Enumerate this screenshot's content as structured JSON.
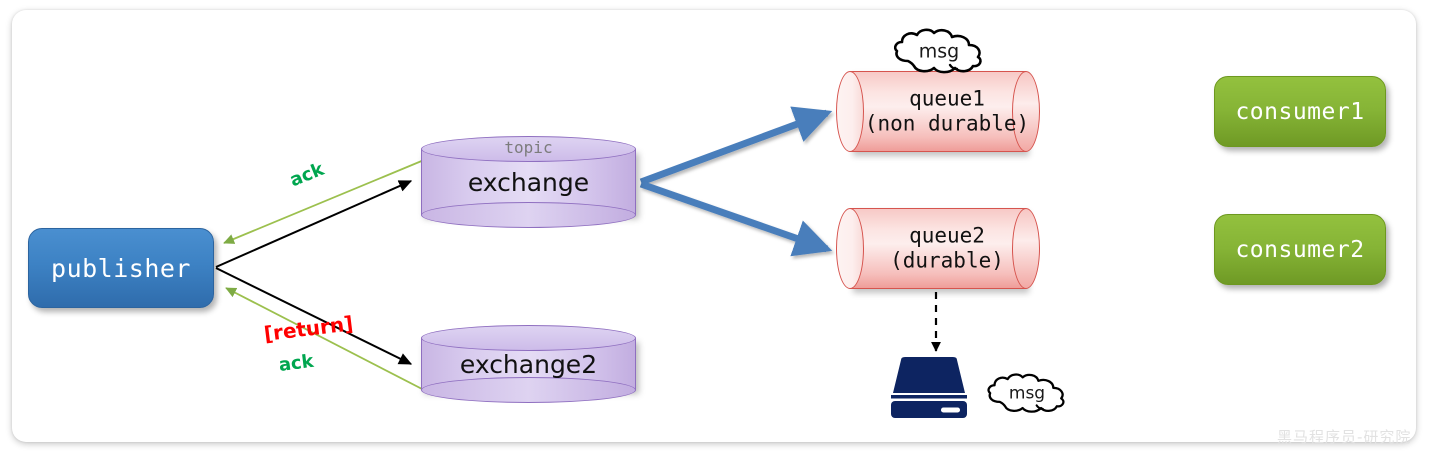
{
  "diagram": {
    "title": "RabbitMQ publisher confirm and queue durability flow",
    "watermark": "黑马程序员-研究院",
    "colors": {
      "publisher_blue": "#3d82c4",
      "consumer_green": "#86b436",
      "exchange_purple": "#d8cbee",
      "queue_pink": "#f6bfbc",
      "flow_arrow_blue": "#4a7ebb",
      "ack_green": "#00a64f",
      "return_red": "#ff0000",
      "disk_navy": "#0d2461",
      "canvas_white": "#ffffff"
    }
  },
  "nodes": {
    "publisher": {
      "label": "publisher"
    },
    "exchange1": {
      "top_label": "topic",
      "label": "exchange"
    },
    "exchange2": {
      "label": "exchange2"
    },
    "queue1": {
      "label": "queue1\n(non durable)"
    },
    "queue2": {
      "label": "queue2\n(durable)"
    },
    "consumer1": {
      "label": "consumer1"
    },
    "consumer2": {
      "label": "consumer2"
    },
    "disk": {
      "label": ""
    },
    "cloud_queue1": {
      "label": "msg"
    },
    "cloud_disk": {
      "label": "msg"
    }
  },
  "edges": {
    "publisher_to_exchange1": {
      "label": "",
      "style": "solid-black-arrow"
    },
    "exchange1_to_publisher": {
      "label": "ack",
      "style": "thin-green-arrow"
    },
    "publisher_to_exchange2": {
      "label": "",
      "style": "solid-black-arrow"
    },
    "exchange2_to_publisher": {
      "label_return": "[return]",
      "label_ack": "ack",
      "style": "thin-green-arrow"
    },
    "exchange1_to_queue1": {
      "label": "",
      "style": "thick-blue-arrow"
    },
    "exchange1_to_queue2": {
      "label": "",
      "style": "thick-blue-arrow"
    },
    "queue1_to_consumer1": {
      "label": "",
      "style": "thick-blue-arrow"
    },
    "queue2_to_consumer2": {
      "label": "",
      "style": "thick-blue-arrow"
    },
    "queue2_to_disk": {
      "label": "",
      "style": "dashed-black-arrow"
    }
  }
}
